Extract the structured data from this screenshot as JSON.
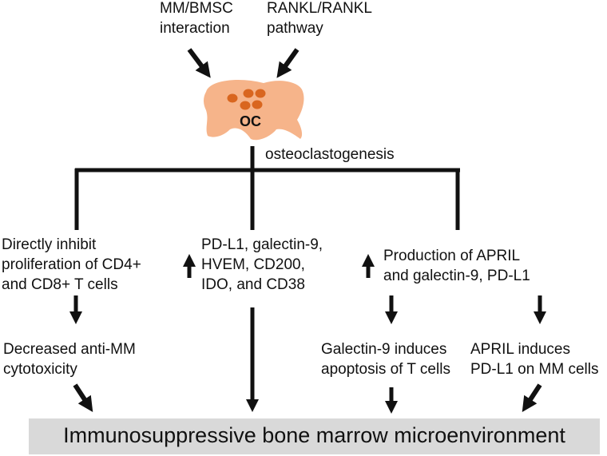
{
  "inputs": {
    "left_line1": "MM/BMSC",
    "left_line2": "interaction",
    "right_line1": "RANKL/RANKL",
    "right_line2": "pathway"
  },
  "cell": {
    "label": "OC",
    "body_color": "#f6b48a",
    "nucleus_color": "#d9661f"
  },
  "trunk_label": "osteoclastogenesis",
  "branch_left": {
    "lines": [
      "Directly inhibit",
      "proliferation of CD4+",
      "and CD8+ T cells"
    ],
    "result_lines": [
      "Decreased anti-MM",
      "cytotoxicity"
    ]
  },
  "branch_middle": {
    "lines": [
      "PD-L1, galectin-9,",
      "HVEM, CD200,",
      "IDO, and CD38"
    ]
  },
  "branch_right": {
    "lines": [
      "Production of APRIL",
      "and galectin-9, PD-L1"
    ],
    "sub_left_lines": [
      "Galectin-9 induces",
      "apoptosis of T cells"
    ],
    "sub_right_lines": [
      "APRIL induces",
      "PD-L1 on MM cells"
    ]
  },
  "outcome": "Immunosuppressive bone marrow microenvironment",
  "colors": {
    "line": "#111111",
    "outcome_bg": "#d9d9d9"
  }
}
